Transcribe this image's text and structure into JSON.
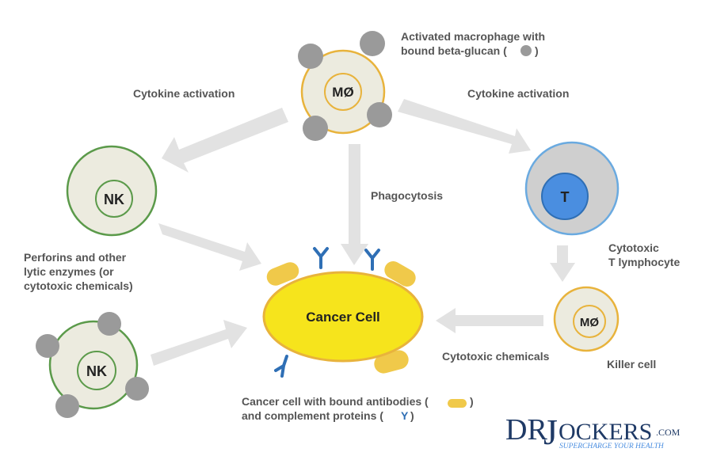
{
  "labels": {
    "macrophage_caption_1": "Activated macrophage with",
    "macrophage_caption_2": "bound beta-glucan (",
    "macrophage_caption_2_end": ")",
    "cytokine_left": "Cytokine activation",
    "cytokine_right": "Cytokine activation",
    "phagocytosis": "Phagocytosis",
    "perforins_1": "Perforins and other",
    "perforins_2": "lytic enzymes (or",
    "perforins_3": "cytotoxic chemicals)",
    "ctl_1": "Cytotoxic",
    "ctl_2": "T lymphocyte",
    "cytotoxic_chemicals": "Cytotoxic chemicals",
    "killer_cell": "Killer cell",
    "antibodies_1": "Cancer cell with bound antibodies (",
    "antibodies_1_end": ")",
    "antibodies_2": "and complement proteins (",
    "antibodies_2_y": "Y",
    "antibodies_2_end": ")"
  },
  "cells": {
    "macrophage": "MØ",
    "nk_top": "NK",
    "nk_bottom": "NK",
    "t_cell": "T",
    "killer": "MØ",
    "cancer": "Cancer Cell"
  },
  "logo": {
    "brand_dr": "DR",
    "brand_j": "J",
    "brand_rest": "OCKERS",
    "brand_com": ".COM",
    "tagline": "SUPERCHARGE YOUR HEALTH"
  },
  "colors": {
    "arrow": "#e2e2e2",
    "cell_fill": "#ecebdf",
    "macrophage_border": "#e8b33c",
    "nk_border": "#5b9a4a",
    "t_border": "#6aaae0",
    "t_nucleus": "#4a8ee0",
    "cancer_fill": "#f6e41c",
    "antibody": "#2f6fb5",
    "complement": "#f0c94a",
    "beta_glucan": "#9a9a9a",
    "logo_brand": "#1f3a66"
  }
}
